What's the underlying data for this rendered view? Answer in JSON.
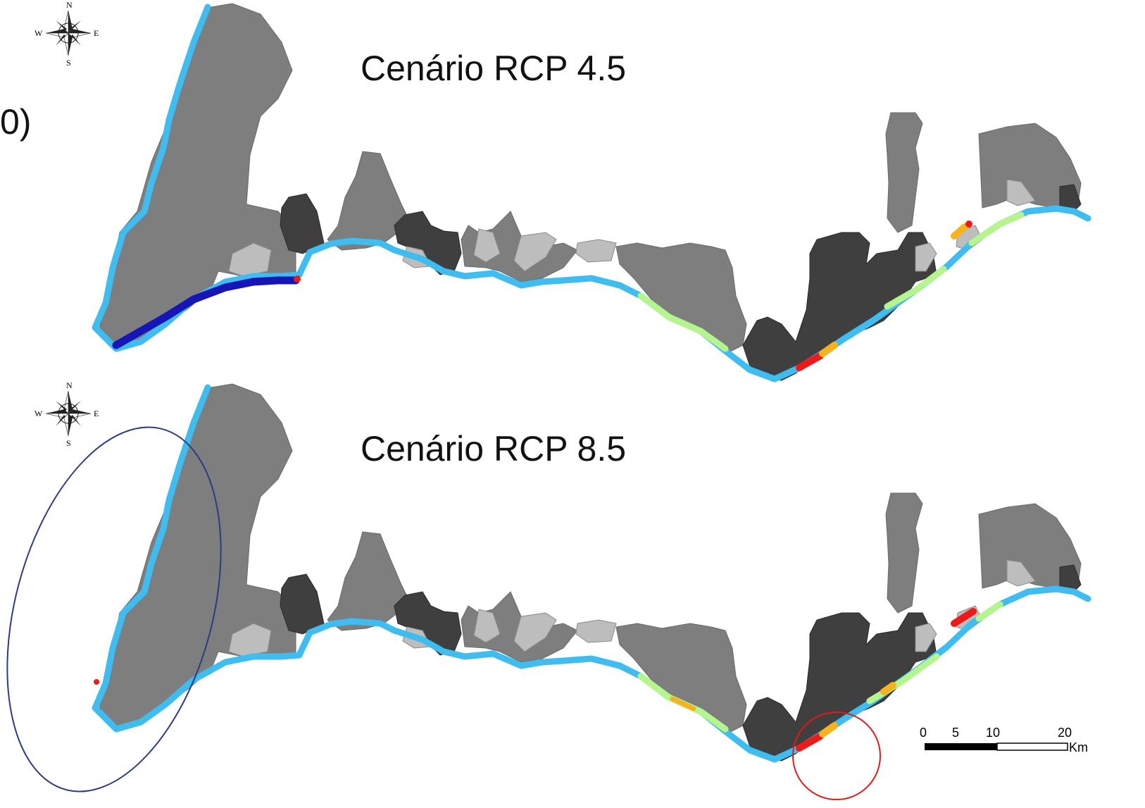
{
  "maps": [
    {
      "title": "Cenário RCP 4.5"
    },
    {
      "title": "Cenário RCP 8.5"
    }
  ],
  "cut_text": "0)",
  "compass": {
    "n": "N",
    "s": "S",
    "e": "E",
    "w": "W"
  },
  "scale_bar": {
    "ticks": [
      "0",
      "5",
      "10",
      "20"
    ],
    "unit": "Km"
  },
  "colors": {
    "region_mid": "#7e7e7e",
    "region_dark": "#3f3f3f",
    "region_light": "#bdbdbd",
    "coast_light_blue": "#3fbdf0",
    "coast_dark_blue": "#1515b8",
    "coast_light_green": "#b6f58e",
    "coast_orange": "#f6b31c",
    "coast_red": "#ee1a1a",
    "highlight_ellipse": "#2a3c84",
    "highlight_circle": "#e31a1a"
  }
}
